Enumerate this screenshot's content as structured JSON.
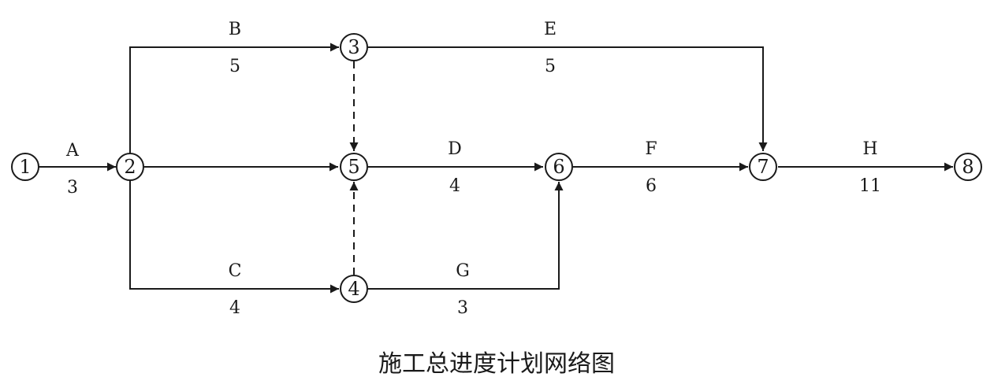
{
  "title": "施工总进度计划网络图",
  "nodes": [
    {
      "id": "1",
      "label": "1"
    },
    {
      "id": "2",
      "label": "2"
    },
    {
      "id": "3",
      "label": "3"
    },
    {
      "id": "4",
      "label": "4"
    },
    {
      "id": "5",
      "label": "5"
    },
    {
      "id": "6",
      "label": "6"
    },
    {
      "id": "7",
      "label": "7"
    },
    {
      "id": "8",
      "label": "8"
    }
  ],
  "activities": [
    {
      "name": "A",
      "duration": "3",
      "from": "1",
      "to": "2"
    },
    {
      "name": "B",
      "duration": "5",
      "from": "2",
      "to": "3"
    },
    {
      "name": "E",
      "duration": "5",
      "from": "3",
      "to": "7"
    },
    {
      "name": "D",
      "duration": "4",
      "from": "5",
      "to": "6"
    },
    {
      "name": "F",
      "duration": "6",
      "from": "6",
      "to": "7"
    },
    {
      "name": "H",
      "duration": "11",
      "from": "7",
      "to": "8"
    },
    {
      "name": "C",
      "duration": "4",
      "from": "2",
      "to": "4"
    },
    {
      "name": "G",
      "duration": "3",
      "from": "4",
      "to": "6"
    }
  ],
  "dummies": [
    {
      "from": "3",
      "to": "5"
    },
    {
      "from": "4",
      "to": "5"
    }
  ],
  "plain_arrows": [
    {
      "from": "2",
      "to": "5"
    }
  ]
}
